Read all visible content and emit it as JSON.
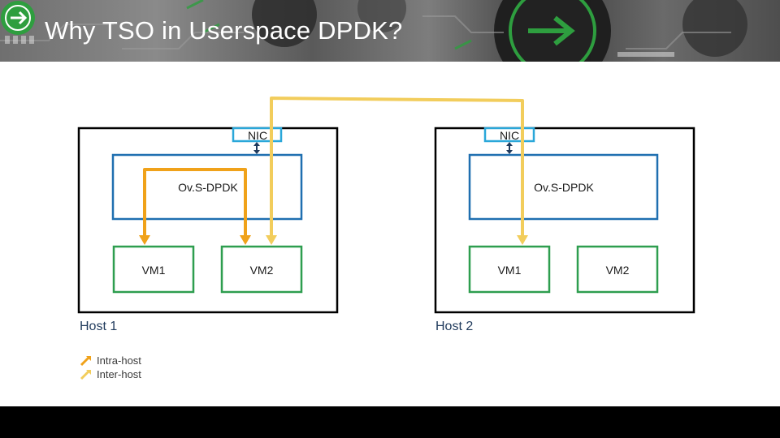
{
  "slide": {
    "title": "Why TSO in Userspace DPDK?"
  },
  "banner": {
    "accent_color": "#2e9e3f"
  },
  "hosts": [
    {
      "label": "Host 1",
      "nic_label": "NIC",
      "ovs_label": "Ov.S-DPDK",
      "vms": [
        "VM1",
        "VM2"
      ]
    },
    {
      "label": "Host 2",
      "nic_label": "NIC",
      "ovs_label": "Ov.S-DPDK",
      "vms": [
        "VM1",
        "VM2"
      ]
    }
  ],
  "legend": [
    {
      "label": "Intra-host",
      "color": "#f0a21a"
    },
    {
      "label": "Inter-host",
      "color": "#f2cd5c"
    }
  ],
  "colors": {
    "host_border": "#000000",
    "ovs_border": "#1f6fb0",
    "vm_border": "#2e9e4f",
    "nic_border": "#2aa7d9",
    "link_color": "#1f3a5c",
    "intra_arrow": "#f0a21a",
    "inter_arrow": "#f2cd5c"
  }
}
